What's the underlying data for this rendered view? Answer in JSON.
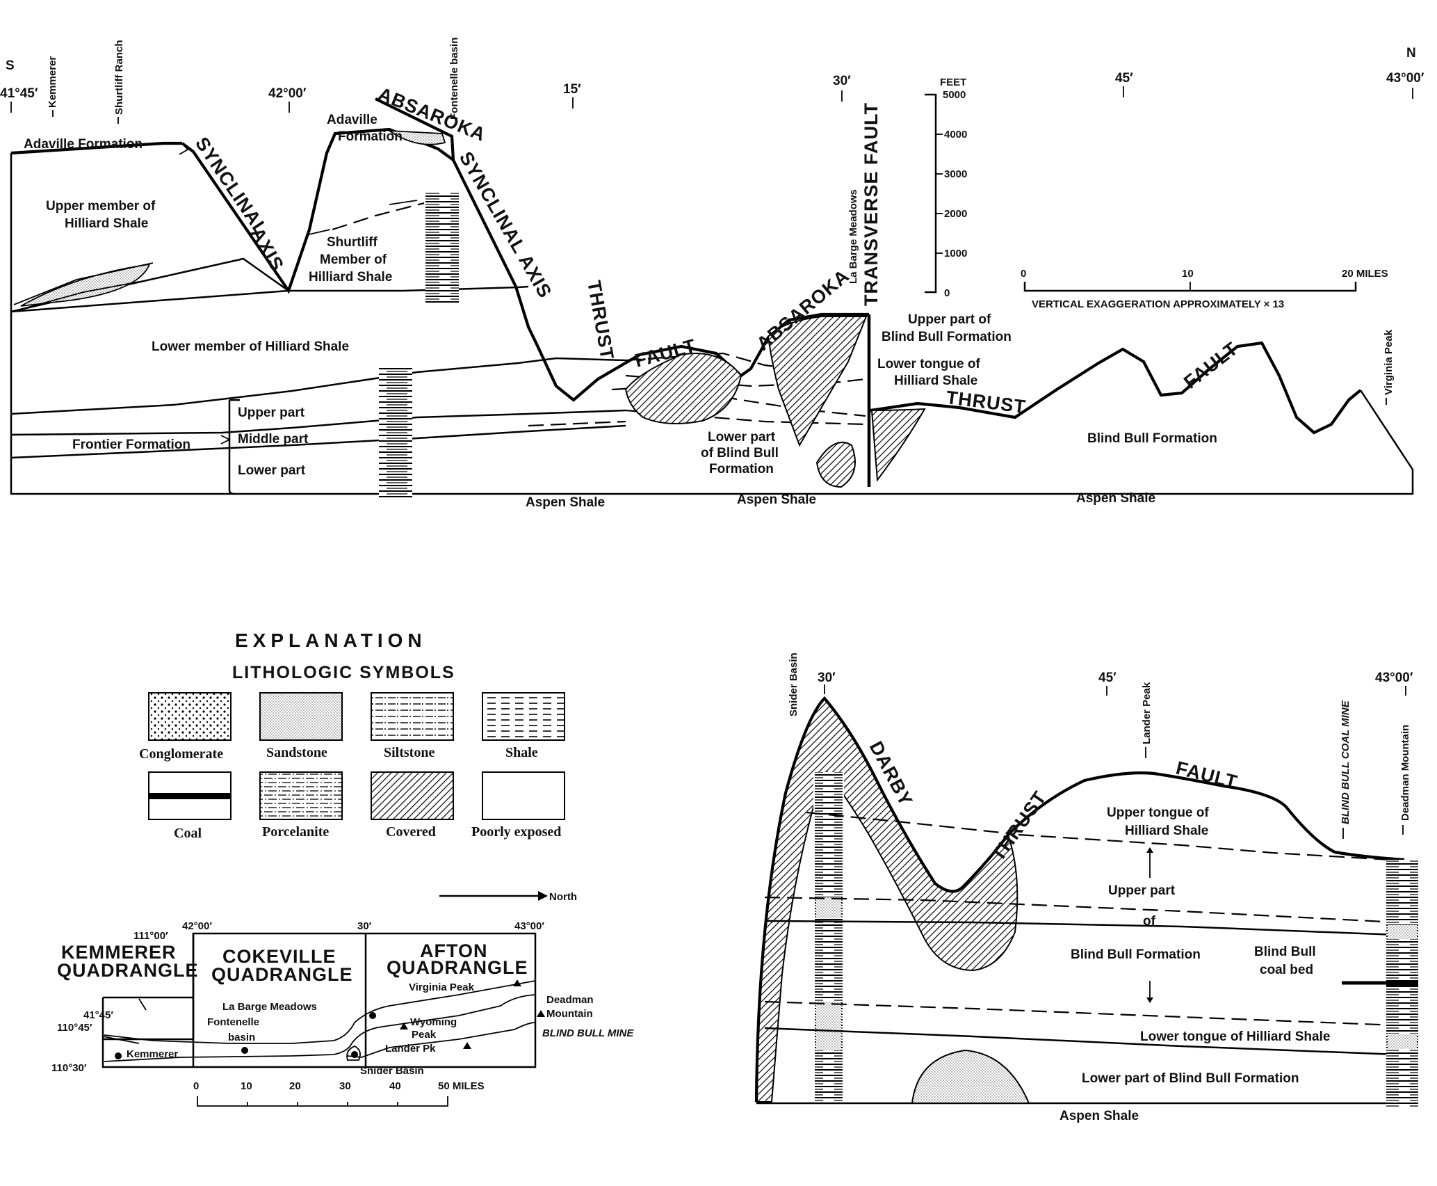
{
  "top_section": {
    "north_south": {
      "south": "S",
      "north": "N"
    },
    "ticks": [
      "41°45′",
      "42°00′",
      "15′",
      "30′",
      "45′",
      "43°00′"
    ],
    "localities": {
      "kemmerer": "Kemmerer",
      "shurtliff": "Shurtliff Ranch",
      "fontenelle": "Fontenelle basin",
      "labarge": "La Barge Meadows",
      "virginia": "Virginia Peak"
    },
    "labels": {
      "adaville1": "Adaville Formation",
      "adaville2a": "Adaville",
      "adaville2b": "Formation",
      "upper_hilliard_1": "Upper member of",
      "upper_hilliard_2": "Hilliard Shale",
      "shurtliff_1": "Shurtliff",
      "shurtliff_2": "Member of",
      "shurtliff_3": "Hilliard Shale",
      "lower_hilliard": "Lower member of Hilliard Shale",
      "frontier": "Frontier Formation",
      "upper_part": "Upper part",
      "middle_part": "Middle part",
      "lower_part": "Lower part",
      "aspen1": "Aspen Shale",
      "aspen2": "Aspen Shale",
      "aspen3": "Aspen Shale",
      "lower_bb_1": "Lower part",
      "lower_bb_2": "of Blind Bull",
      "lower_bb_3": "Formation",
      "upper_bb_1": "Upper part of",
      "upper_bb_2": "Blind Bull Formation",
      "lower_tongue_1": "Lower tongue of",
      "lower_tongue_2": "Hilliard Shale",
      "blind_bull": "Blind Bull Formation"
    },
    "structures": {
      "synclinal": "SYNCLINAL",
      "axis": "AXIS",
      "absaroka": "ABSAROKA",
      "synclinal_axis_2": "SYNCLINAL  AXIS",
      "thrust": "THRUST",
      "fault": "FAULT",
      "absaroka2": "ABSAROKA",
      "transverse": "TRANSVERSE FAULT",
      "thrust2": "THRUST",
      "fault2": "FAULT"
    },
    "scale": {
      "unit": "FEET",
      "ticks": [
        "5000",
        "4000",
        "3000",
        "2000",
        "1000",
        "0"
      ],
      "miles": [
        "0",
        "10",
        "20 MILES"
      ],
      "exaggeration": "VERTICAL  EXAGGERATION  APPROXIMATELY × 13"
    }
  },
  "explanation": {
    "title": "EXPLANATION",
    "subtitle": "LITHOLOGIC SYMBOLS",
    "symbols": [
      "Conglomerate",
      "Sandstone",
      "Siltstone",
      "Shale",
      "Coal",
      "Porcelanite",
      "Covered",
      "Poorly exposed"
    ]
  },
  "index_map": {
    "north_arrow": "North",
    "top_ticks": [
      "42°00′",
      "30′",
      "43°00′"
    ],
    "side_ticks": [
      "111°00′",
      "41°45′",
      "110°45′",
      "110°30′"
    ],
    "quads": {
      "kemmerer_1": "KEMMERER",
      "kemmerer_2": "QUADRANGLE",
      "cokeville_1": "COKEVILLE",
      "cokeville_2": "QUADRANGLE",
      "afton_1": "AFTON",
      "afton_2": "QUADRANGLE"
    },
    "places": {
      "virginia": "Virginia Peak",
      "labarge": "La Barge Meadows",
      "deadman_1": "Deadman",
      "deadman_2": "Mountain",
      "fontenelle_1": "Fontenelle",
      "fontenelle_2": "basin",
      "wyoming_1": "Wyoming",
      "wyoming_2": "Peak",
      "mine": "BLIND BULL MINE",
      "kemmerer": "Kemmerer",
      "lander": "Lander Pk",
      "snider": "Snider Basin"
    },
    "scale": [
      "0",
      "10",
      "20",
      "30",
      "40",
      "50  MILES"
    ]
  },
  "bottom_section": {
    "ticks": [
      "30′",
      "45′",
      "43°00′"
    ],
    "localities": {
      "snider": "Snider Basin",
      "lander": "Lander Peak",
      "coal_mine": "BLIND BULL COAL MINE",
      "deadman": "Deadman Mountain"
    },
    "structures": {
      "darby": "DARBY",
      "thrust": "THRUST",
      "fault": "FAULT"
    },
    "labels": {
      "upper_tongue_1": "Upper tongue of",
      "upper_tongue_2": "Hilliard Shale",
      "upper_part": "Upper part",
      "of": "of",
      "bbf": "Blind Bull Formation",
      "coal_1": "Blind Bull",
      "coal_2": "coal bed",
      "lower_tongue": "Lower tongue of  Hilliard Shale",
      "lower_part": "Lower part of  Blind Bull Formation",
      "aspen": "Aspen Shale"
    }
  }
}
